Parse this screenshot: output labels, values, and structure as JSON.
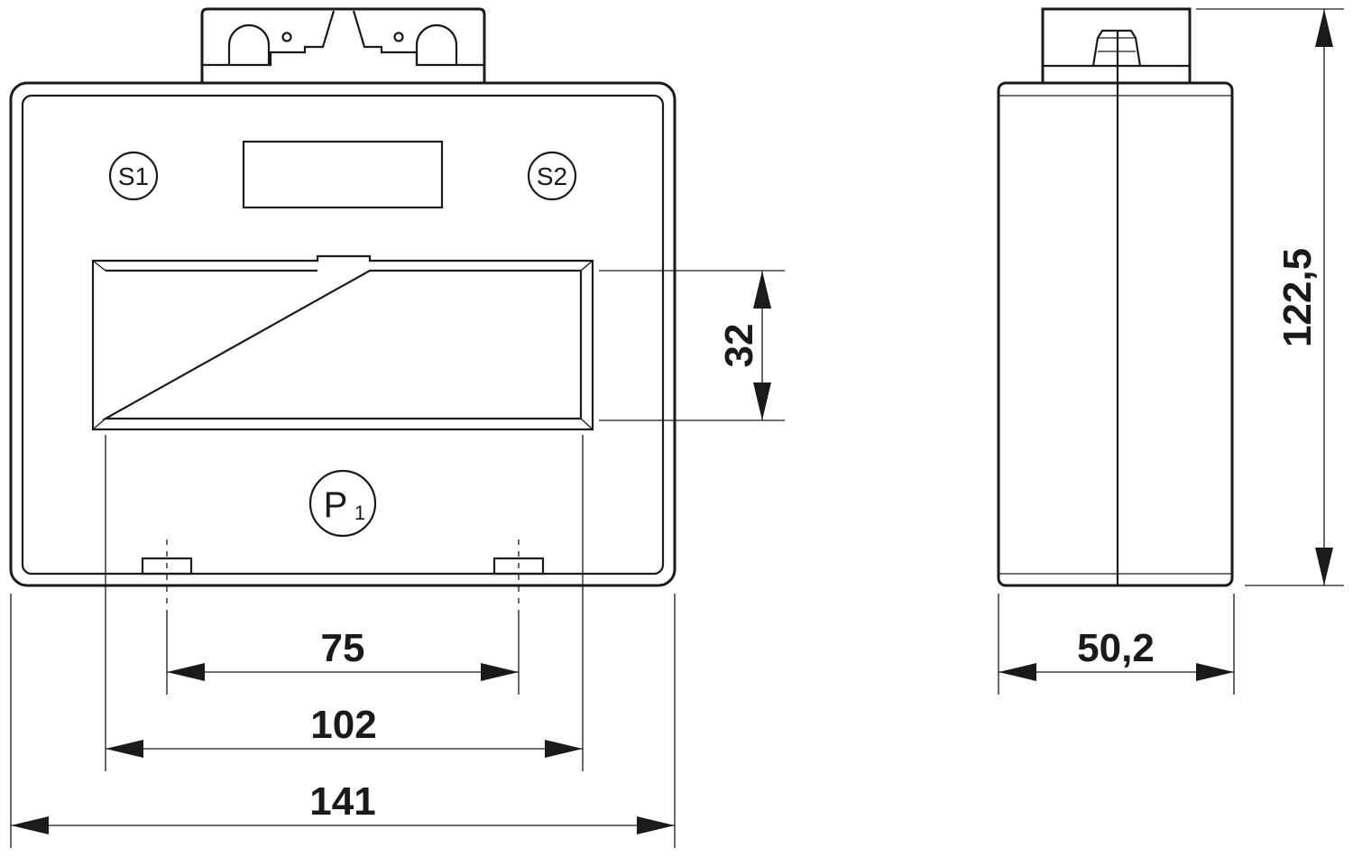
{
  "terminals": {
    "s1": "S1",
    "s2": "S2",
    "p_main": "P",
    "p_sub": "1"
  },
  "dimensions": {
    "window_height": "32",
    "mount_spacing": "75",
    "window_width": "102",
    "overall_width": "141",
    "depth": "50,2",
    "overall_height": "122,5"
  }
}
